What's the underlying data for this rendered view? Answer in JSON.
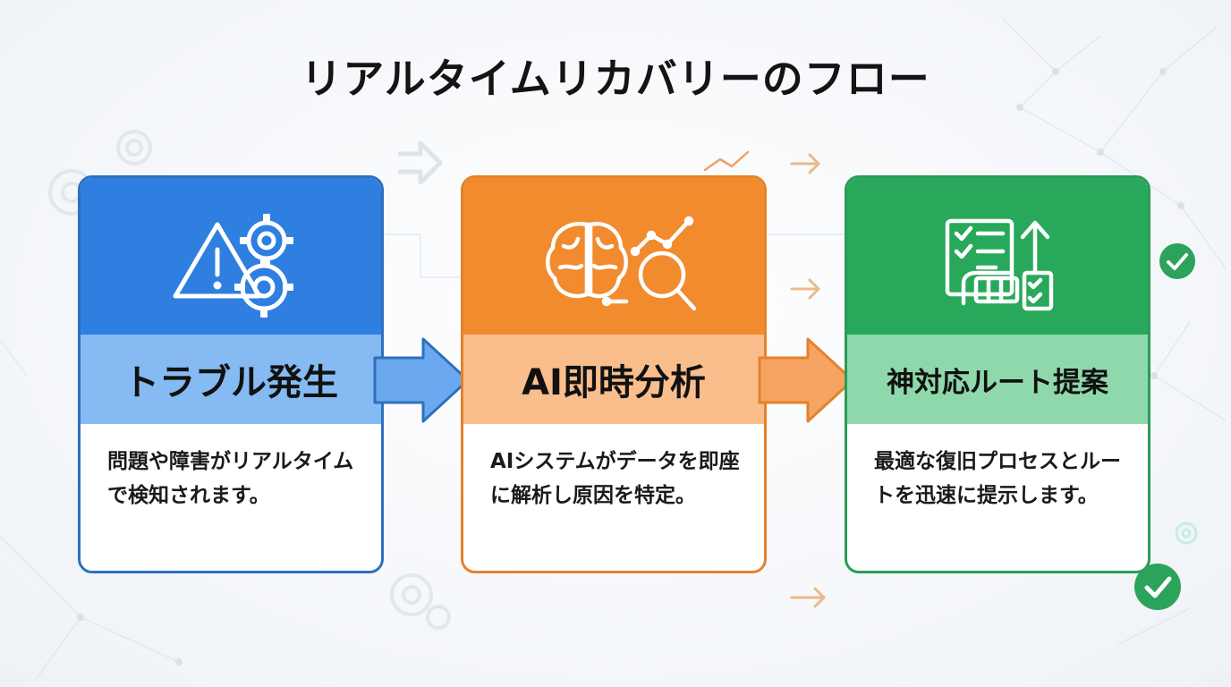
{
  "title": "リアルタイムリカバリーのフロー",
  "steps": [
    {
      "label": "トラブル発生",
      "description": "問題や障害がリアルタイムで検知されます。",
      "icon": "warning-gears-icon",
      "color": "#2e7fe0"
    },
    {
      "label": "AI即時分析",
      "description": "AIシステムがデータを即座に解析し原因を特定。",
      "icon": "brain-analysis-icon",
      "color": "#f28a2e"
    },
    {
      "label": "神対応ルート提案",
      "description": "最適な復旧プロセスとルートを迅速に提示します。",
      "icon": "checklist-route-icon",
      "color": "#27a85a"
    }
  ],
  "colors": {
    "step1": "#2e7fe0",
    "step2": "#f28a2e",
    "step3": "#27a85a",
    "check": "#2ba35a"
  }
}
